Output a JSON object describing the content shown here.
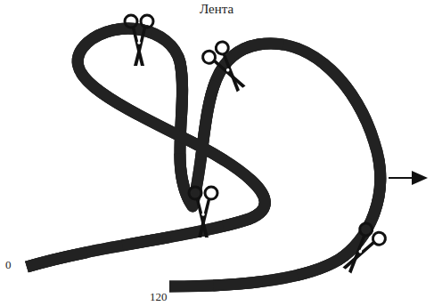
{
  "diagram": {
    "title": "Лента",
    "labels": [
      "0",
      "120"
    ]
  }
}
